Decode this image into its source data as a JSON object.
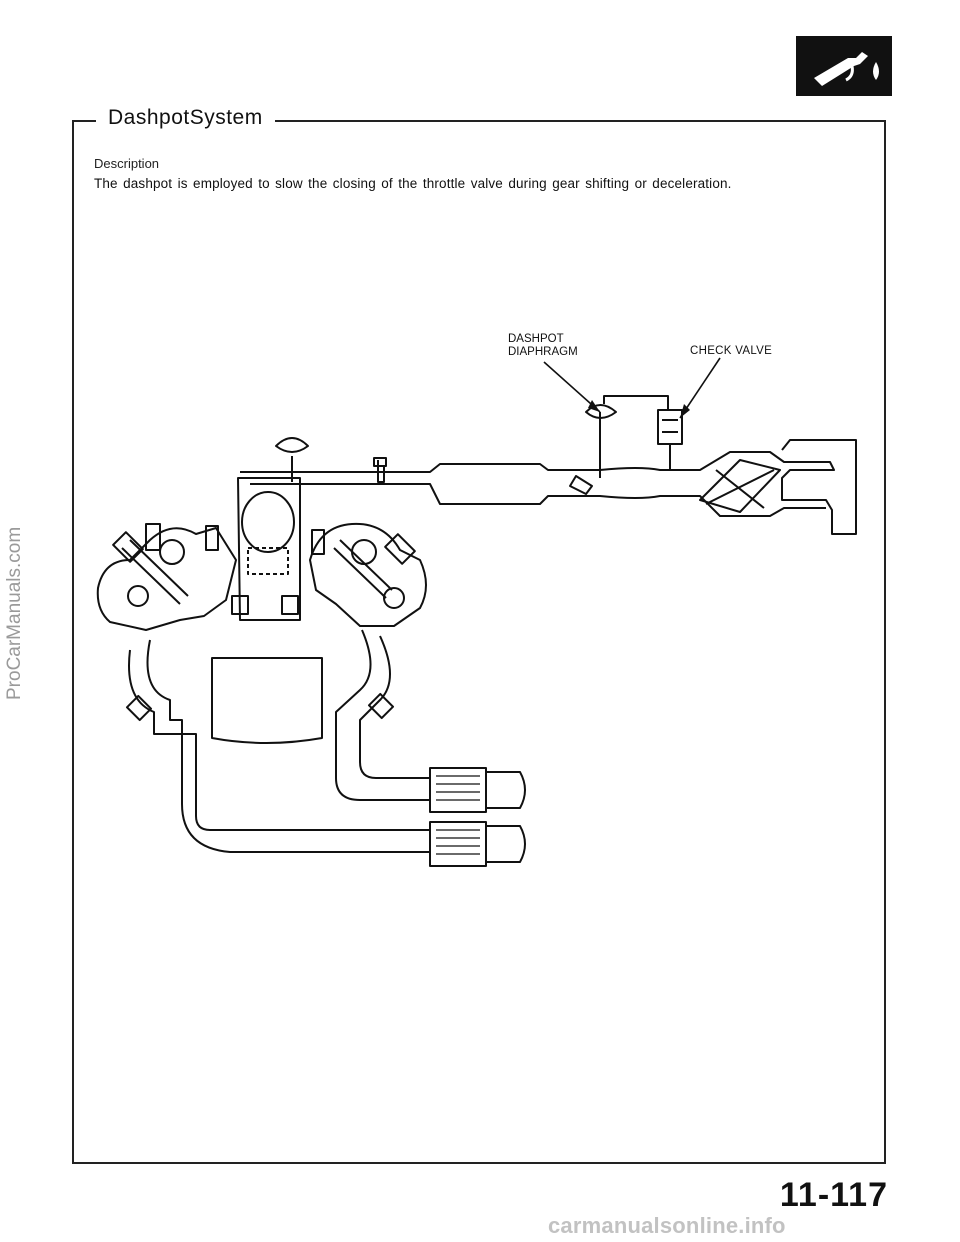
{
  "header": {
    "icon": "fuel-nozzle-icon",
    "section_title": "DashpotSystem"
  },
  "description": {
    "heading": "Description",
    "body": "The dashpot is employed to slow the closing of the throttle valve during gear shifting or deceleration."
  },
  "diagram": {
    "callouts": {
      "dashpot_line1": "DASHPOT",
      "dashpot_line2": "DIAPHRAGM",
      "check_valve": "CHECK VALVE"
    }
  },
  "footer": {
    "page_number": "11-117",
    "watermark_side": "ProCarManuals.com",
    "watermark_bottom": "carmanualsonline.info"
  }
}
